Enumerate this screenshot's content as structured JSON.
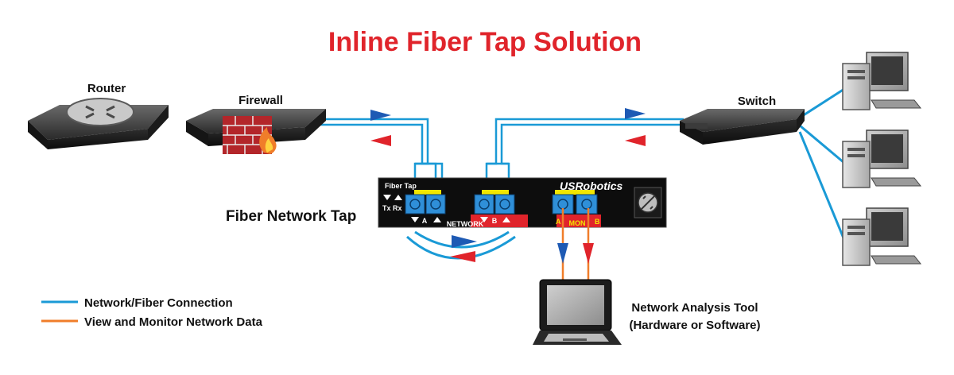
{
  "title": "Inline Fiber Tap Solution",
  "devices": {
    "router": "Router",
    "firewall": "Firewall",
    "switch": "Switch",
    "tap": "Fiber Network Tap",
    "analysis_tool_line1": "Network Analysis Tool",
    "analysis_tool_line2": "(Hardware or Software)"
  },
  "tap_panel": {
    "model": "Fiber Tap",
    "brand": "USRobotics",
    "tx": "Tx",
    "rx": "Rx",
    "port_a": "A",
    "port_b": "B",
    "network": "NETWORK",
    "mon": "MON",
    "mon_a": "A",
    "mon_b": "B"
  },
  "legend": [
    {
      "label": "Network/Fiber Connection",
      "color": "#1a9ad6"
    },
    {
      "label": "View and Monitor Network Data",
      "color": "#f07d2a"
    }
  ],
  "colors": {
    "title": "#e0242b",
    "fiber": "#1a9ad6",
    "monitor": "#f07d2a",
    "arrow_blue": "#1e5ab4",
    "arrow_red": "#e0242b",
    "port_yellow": "#f2e600",
    "port_blue": "#2f8fd8",
    "panel_red": "#e0242b"
  }
}
